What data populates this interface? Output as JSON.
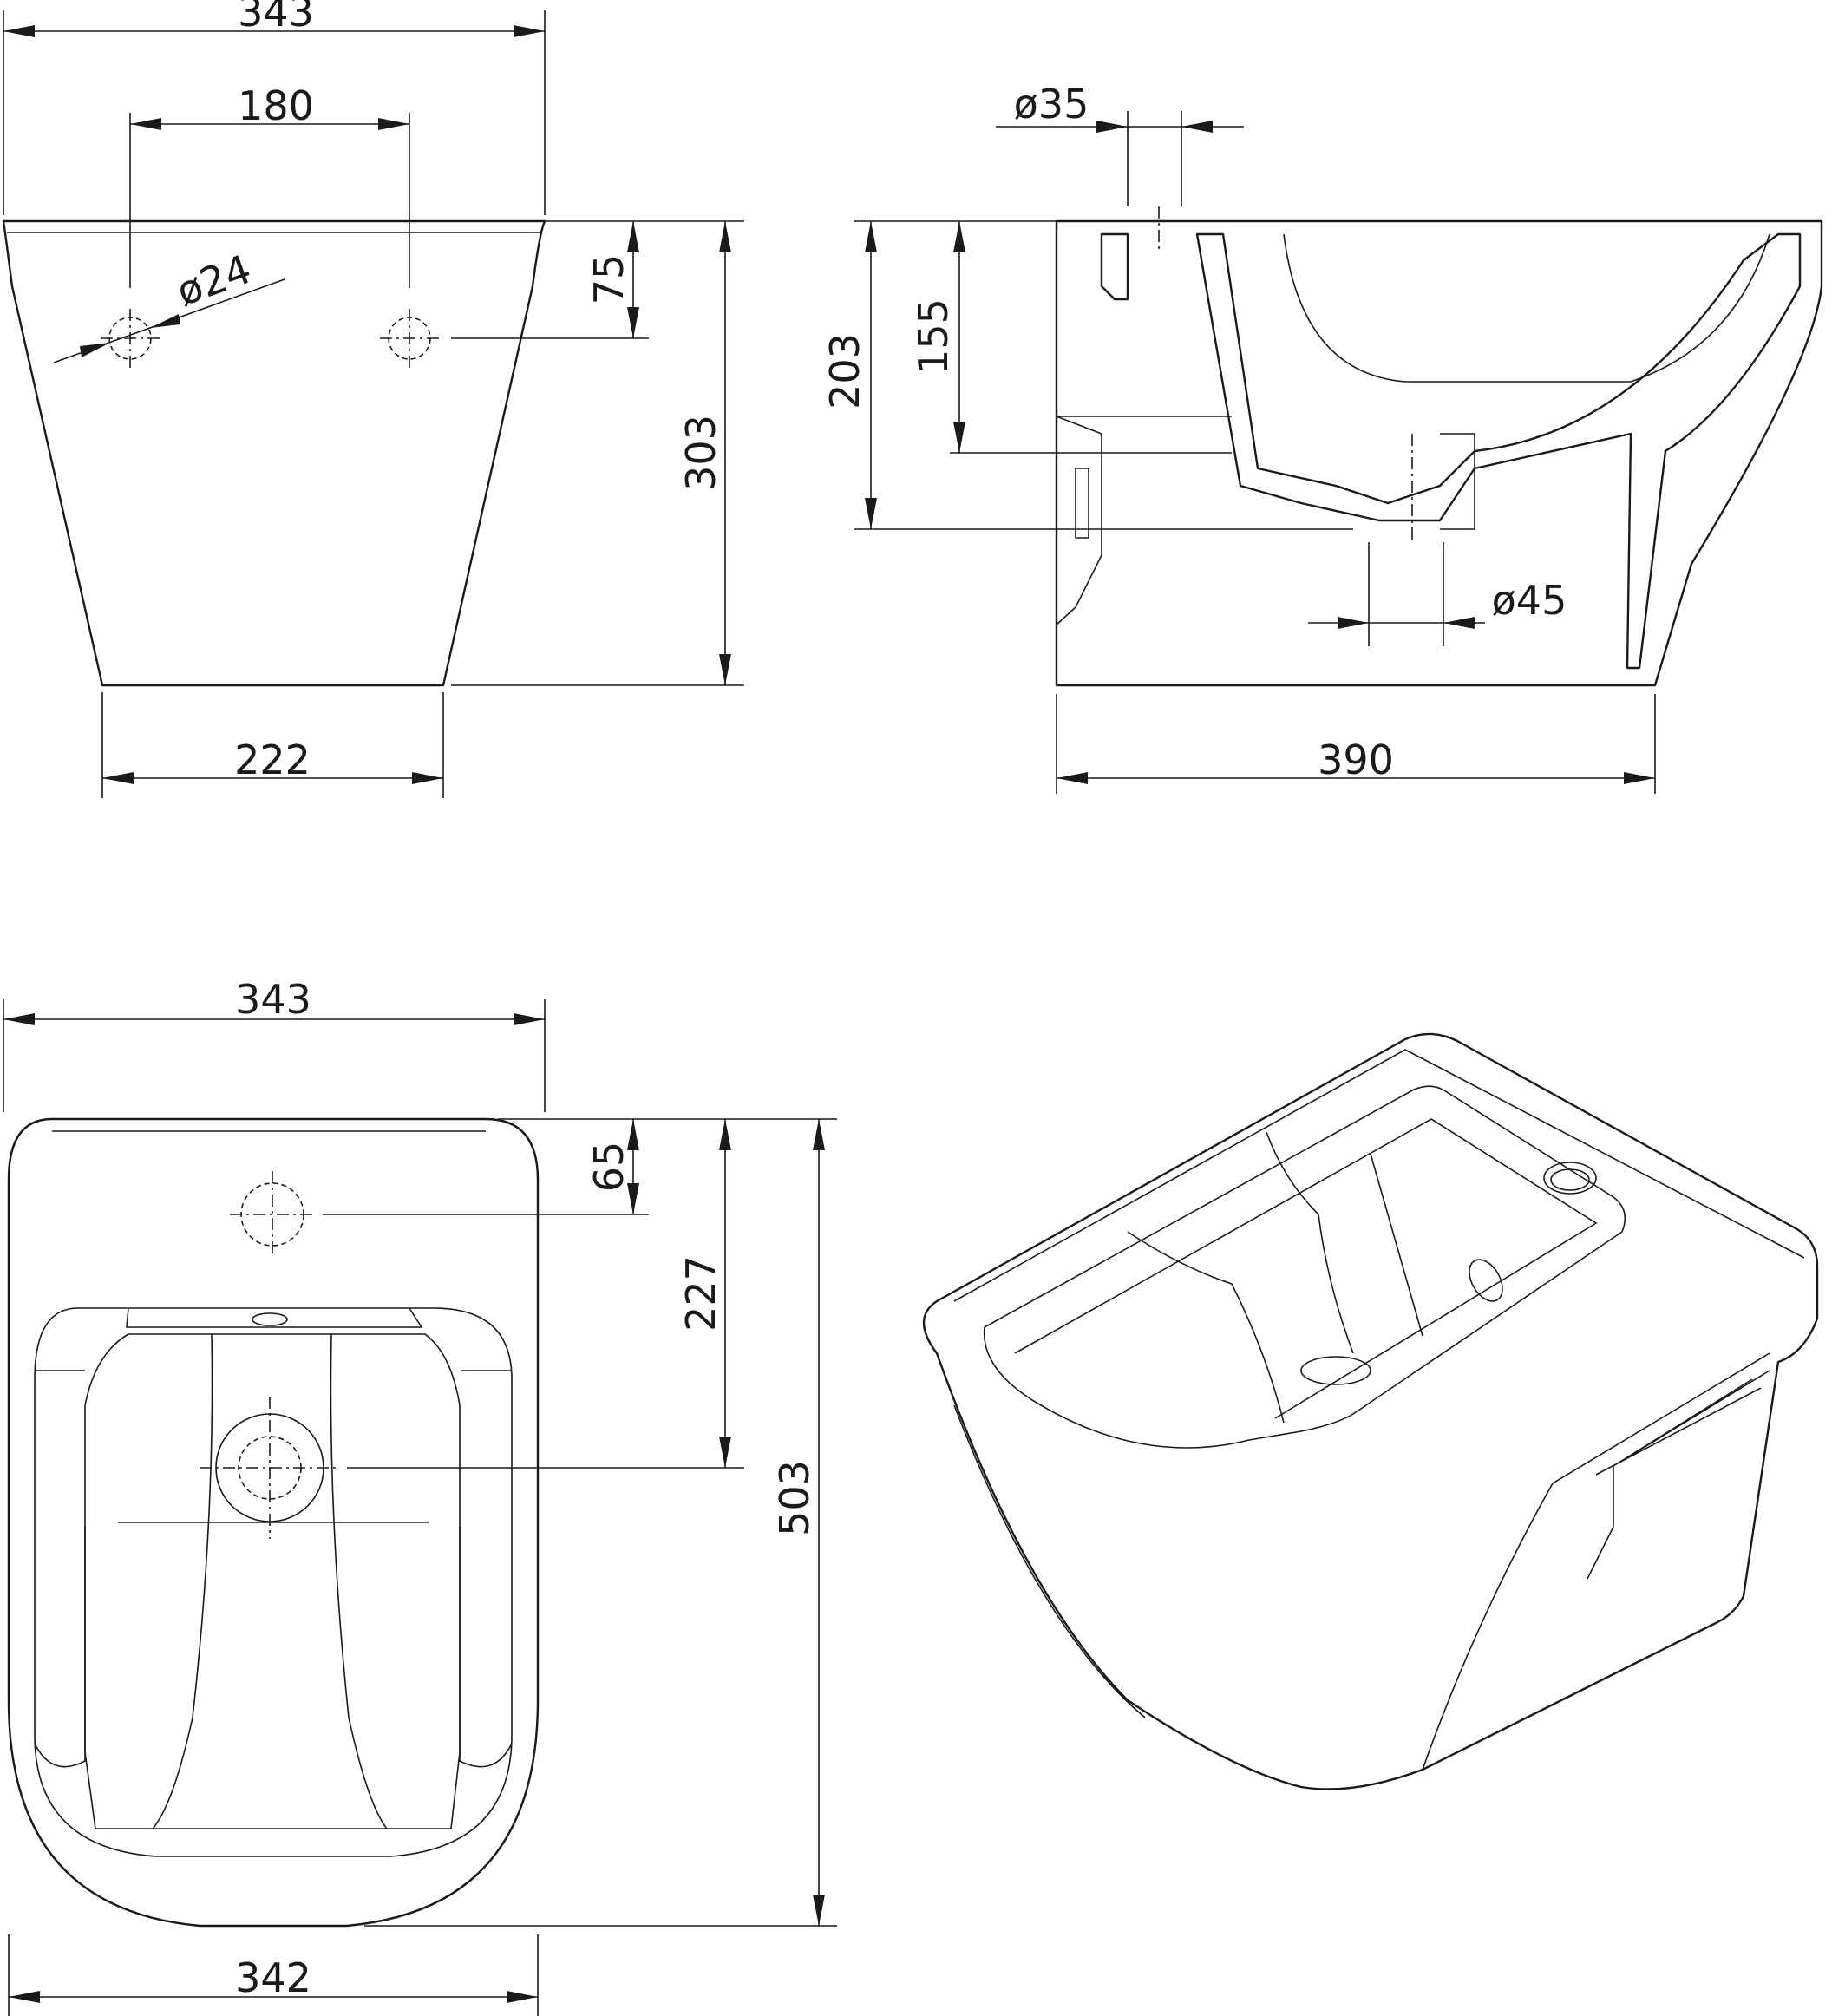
{
  "front_view": {
    "overall_width": "343",
    "tap_hole_spacing": "180",
    "hole_diameter": "ø24",
    "hole_offset": "75",
    "height": "303",
    "base_width": "222"
  },
  "side_view": {
    "supply_diameter": "ø35",
    "outlet_height": "203",
    "supply_height": "155",
    "outlet_diameter": "ø45",
    "depth": "390"
  },
  "top_view": {
    "overall_width": "343",
    "tap_hole_offset": "65",
    "drain_offset": "227",
    "length": "503",
    "width": "342"
  },
  "colors": {
    "line": "#1a1a1a",
    "background": "#ffffff"
  }
}
